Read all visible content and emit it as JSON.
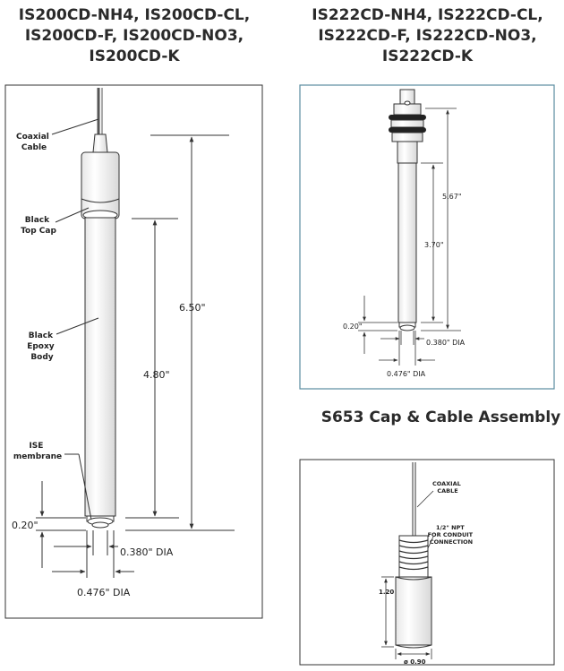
{
  "titles": {
    "left": [
      "IS200CD-NH4, IS200CD-CL,",
      "IS200CD-F, IS200CD-NO3,",
      "IS200CD-K"
    ],
    "right": [
      "IS222CD-NH4, IS222CD-CL,",
      "IS222CD-F, IS222CD-NO3,",
      "IS222CD-K"
    ],
    "cap_assembly": "S653 Cap & Cable Assembly"
  },
  "left_diagram": {
    "labels": {
      "coaxial": [
        "Coaxial",
        "Cable"
      ],
      "top_cap": [
        "Black",
        "Top Cap"
      ],
      "body": [
        "Black",
        "Epoxy",
        "Body"
      ],
      "membrane": [
        "ISE",
        "membrane"
      ]
    },
    "dimensions": {
      "overall": "6.50\"",
      "body": "4.80\"",
      "tip": "0.20\"",
      "inner_dia": "0.380\" DIA",
      "outer_dia": "0.476\" DIA"
    }
  },
  "right_diagram": {
    "dimensions": {
      "overall": "5.67\"",
      "body": "3.70\"",
      "tip": "0.20\"",
      "inner_dia": "0.380\" DIA",
      "outer_dia": "0.476\" DIA"
    }
  },
  "cap_diagram": {
    "labels": {
      "coaxial": [
        "COAXIAL",
        "CABLE"
      ],
      "npt": [
        "1/2\" NPT",
        "FOR CONDUIT",
        "CONNECTION"
      ]
    },
    "dimensions": {
      "height": "1.20",
      "dia": "ø 0.90"
    }
  },
  "colors": {
    "line": "#333333",
    "frame_right": "#5a8da0",
    "frame": "#333333"
  }
}
